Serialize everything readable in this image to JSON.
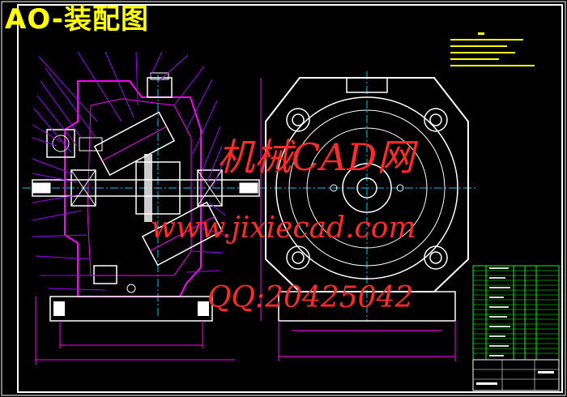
{
  "drawing": {
    "title": "AO-装配图"
  },
  "watermark": {
    "line1": "机械CAD网",
    "line2": "www.jixiecad.com",
    "line3": "QQ:20425042"
  },
  "colors": {
    "background": "#000000",
    "frame": "#ffffff",
    "title_text": "#ffff00",
    "watermark": "#ff2a2a",
    "part_outline": "#ff00ff",
    "leader_lines": "#a000ff",
    "centerline": "#00c8ff",
    "parts_table": "#00ff00"
  }
}
